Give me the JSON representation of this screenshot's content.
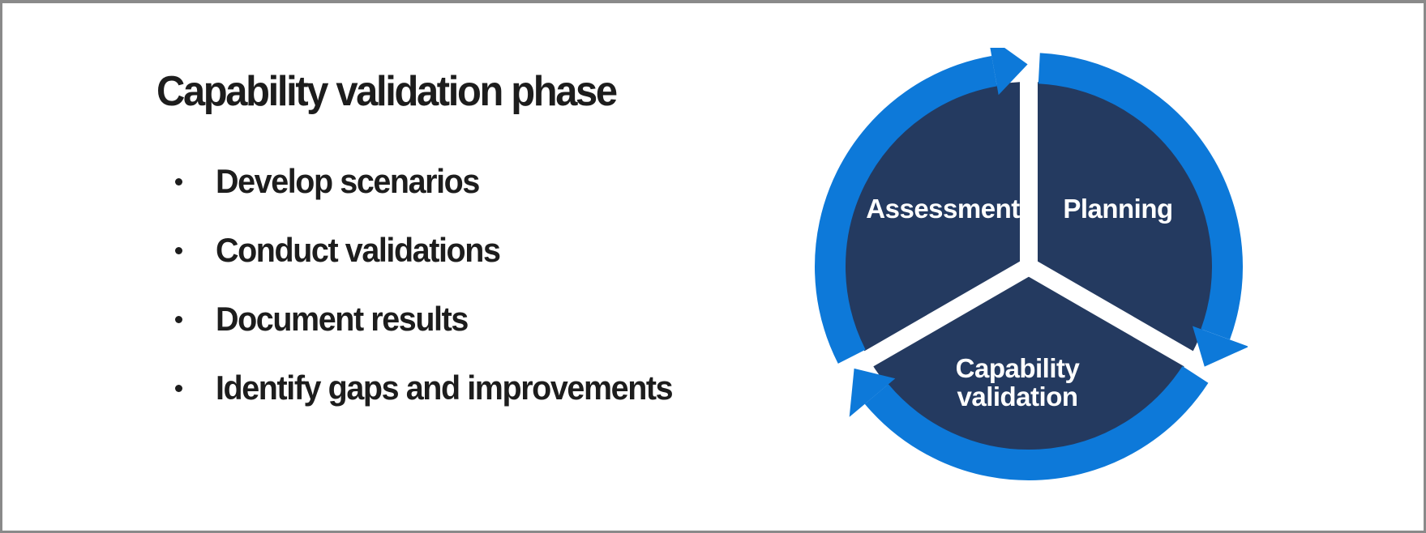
{
  "page": {
    "background_color": "#ffffff",
    "border_color": "#8a8a8a",
    "text_color": "#1d1d1d"
  },
  "slide": {
    "title": "Capability validation phase",
    "bullets": [
      "Develop scenarios",
      "Conduct validations",
      "Document results",
      "Identify gaps and improvements"
    ]
  },
  "diagram": {
    "type": "cycle",
    "direction": "clockwise",
    "colors": {
      "ring": "#0d79d9",
      "segment": "#243a60",
      "divider": "#ffffff",
      "label_text": "#ffffff"
    },
    "phases": [
      {
        "label": "Assessment"
      },
      {
        "label": "Planning"
      },
      {
        "label": "Capability validation",
        "label_lines": [
          "Capability",
          "validation"
        ]
      }
    ]
  }
}
